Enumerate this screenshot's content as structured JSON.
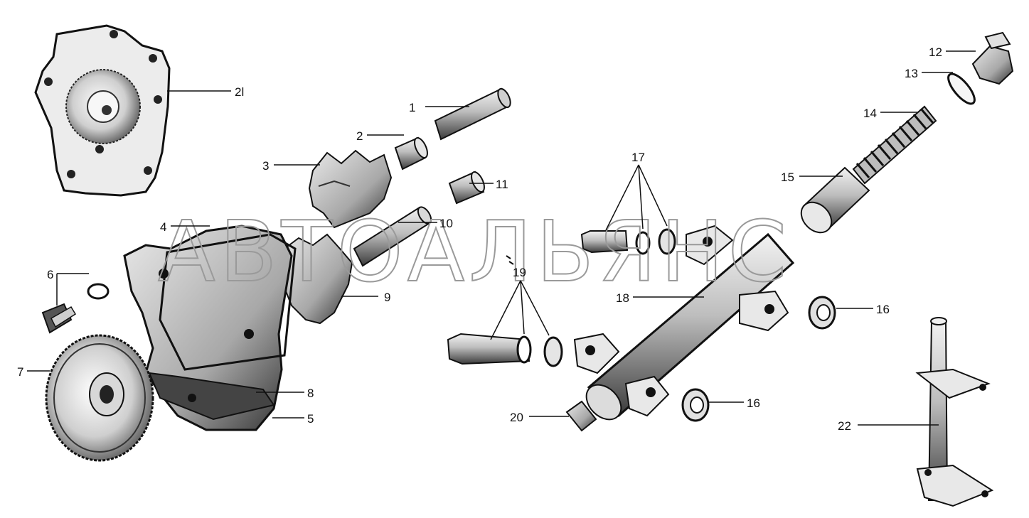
{
  "watermark": "АВТОАЛЬЯНС",
  "callouts": [
    {
      "id": "1",
      "label": "1"
    },
    {
      "id": "2",
      "label": "2"
    },
    {
      "id": "3",
      "label": "3"
    },
    {
      "id": "4",
      "label": "4"
    },
    {
      "id": "5",
      "label": "5"
    },
    {
      "id": "6",
      "label": "6"
    },
    {
      "id": "7",
      "label": "7"
    },
    {
      "id": "8",
      "label": "8"
    },
    {
      "id": "9",
      "label": "9"
    },
    {
      "id": "10",
      "label": "10"
    },
    {
      "id": "11",
      "label": "11"
    },
    {
      "id": "12",
      "label": "12"
    },
    {
      "id": "13",
      "label": "13"
    },
    {
      "id": "14",
      "label": "14"
    },
    {
      "id": "15",
      "label": "15"
    },
    {
      "id": "16a",
      "label": "16"
    },
    {
      "id": "16b",
      "label": "16"
    },
    {
      "id": "17",
      "label": "17"
    },
    {
      "id": "18",
      "label": "18"
    },
    {
      "id": "19",
      "label": "19"
    },
    {
      "id": "20",
      "label": "20"
    },
    {
      "id": "21",
      "label": "2l"
    },
    {
      "id": "22",
      "label": "22"
    }
  ],
  "colors": {
    "ink": "#111111",
    "shade": "#6b6b6b",
    "light": "#d8d8d8",
    "watermark": "#9a9a9a"
  }
}
